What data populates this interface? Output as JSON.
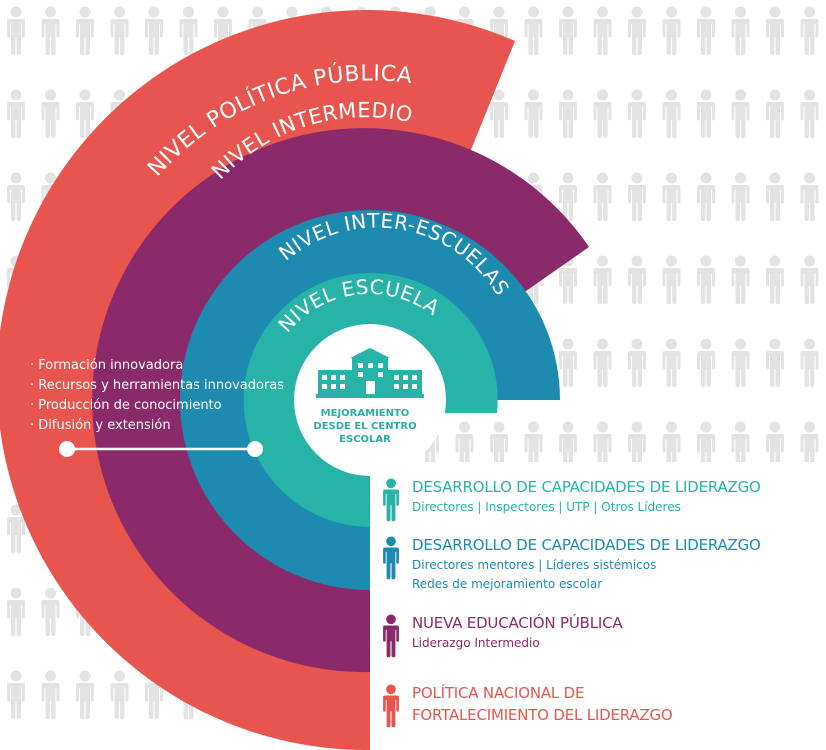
{
  "rings": [
    {
      "id": "politica",
      "title": "NIVEL POLÍTICA PÚBLICA",
      "color": "#e8554e"
    },
    {
      "id": "intermedio",
      "title": "NIVEL INTERMEDIO",
      "color": "#8a2a6b"
    },
    {
      "id": "inter",
      "title": "NIVEL INTER-ESCUELAS",
      "color": "#1d8bb0"
    },
    {
      "id": "escuela",
      "title": "NIVEL ESCUELA",
      "color": "#27b3a8"
    }
  ],
  "center": {
    "line1": "MEJORAMIENTO",
    "line2": "DESDE EL CENTRO",
    "line3": "ESCOLAR",
    "icon": "school-building-icon"
  },
  "bullets": [
    "· Formación innovadora",
    "· Recursos y herramientas innovadoras",
    "· Producción de conocimiento",
    "· Difusión y extensión"
  ],
  "entries": [
    {
      "color": "#27b3a8",
      "heading": "DESARROLLO DE CAPACIDADES DE LIDERAZGO",
      "sub": [
        "Directores | Inspectores | UTP | Otros Líderes"
      ],
      "icon": "person-icon"
    },
    {
      "color": "#1d8bb0",
      "heading": "DESARROLLO DE CAPACIDADES DE LIDERAZGO",
      "sub": [
        "Directores mentores | Líderes sistémicos",
        "Redes de mejoramiento escolar"
      ],
      "icon": "person-icon"
    },
    {
      "color": "#8a2a6b",
      "heading": "NUEVA EDUCACIÓN PÚBLICA",
      "sub": [
        "Liderazgo Intermedio"
      ],
      "icon": "person-icon"
    },
    {
      "color": "#e8554e",
      "heading": "POLÍTICA NACIONAL DE",
      "heading2": "FORTALECIMIENTO DEL LIDERAZGO",
      "sub": [],
      "icon": "person-icon"
    }
  ],
  "background_icon": "person-silhouette-icon"
}
